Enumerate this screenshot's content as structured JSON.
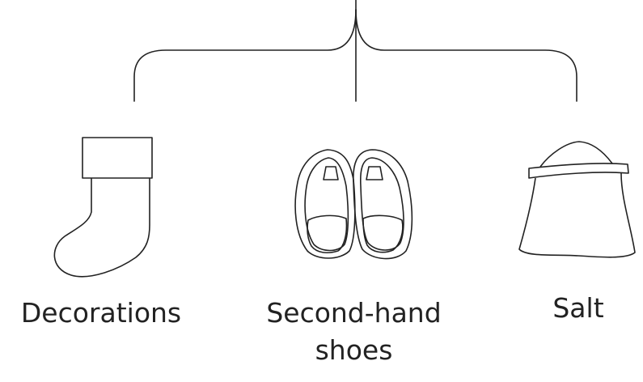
{
  "items": [
    {
      "label_lines": [
        "Decorations"
      ],
      "icon": "stocking-icon"
    },
    {
      "label_lines": [
        "Second-hand",
        "shoes"
      ],
      "icon": "shoes-icon"
    },
    {
      "label_lines": [
        "Salt"
      ],
      "icon": "salt-sack-icon"
    }
  ],
  "colors": {
    "line": "#222222",
    "background": "#ffffff"
  }
}
